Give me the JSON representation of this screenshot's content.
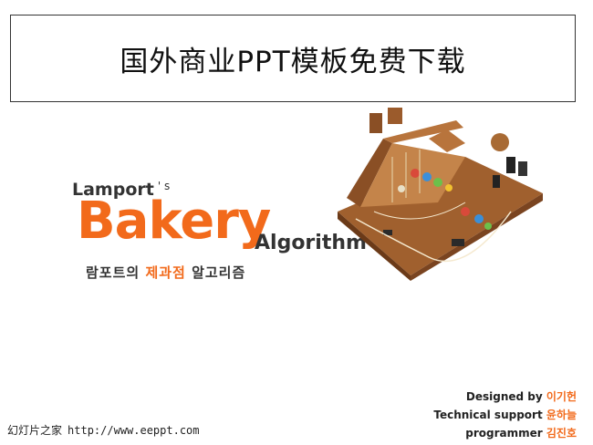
{
  "header": {
    "title": "国外商业PPT模板免费下载"
  },
  "cover": {
    "lamport": "Lamport",
    "apostrophe_s": "' s",
    "bakery": "Bakery",
    "algorithm": "Algorithm",
    "korean_prefix": "람포트의",
    "korean_accent": "제과점",
    "korean_suffix": "알고리즘"
  },
  "credits": [
    {
      "role": "Designed by",
      "name": "이기헌"
    },
    {
      "role": "Technical support",
      "name": "윤하늘"
    },
    {
      "role": "programmer",
      "name": "김진호"
    }
  ],
  "footer": {
    "site_name": "幻灯片之家",
    "url": "http://www.eeppt.com"
  },
  "colors": {
    "accent": "#f26a1b",
    "wood": "#9c5a2b"
  },
  "image": {
    "icon": "wooden-circuit-board-model"
  }
}
